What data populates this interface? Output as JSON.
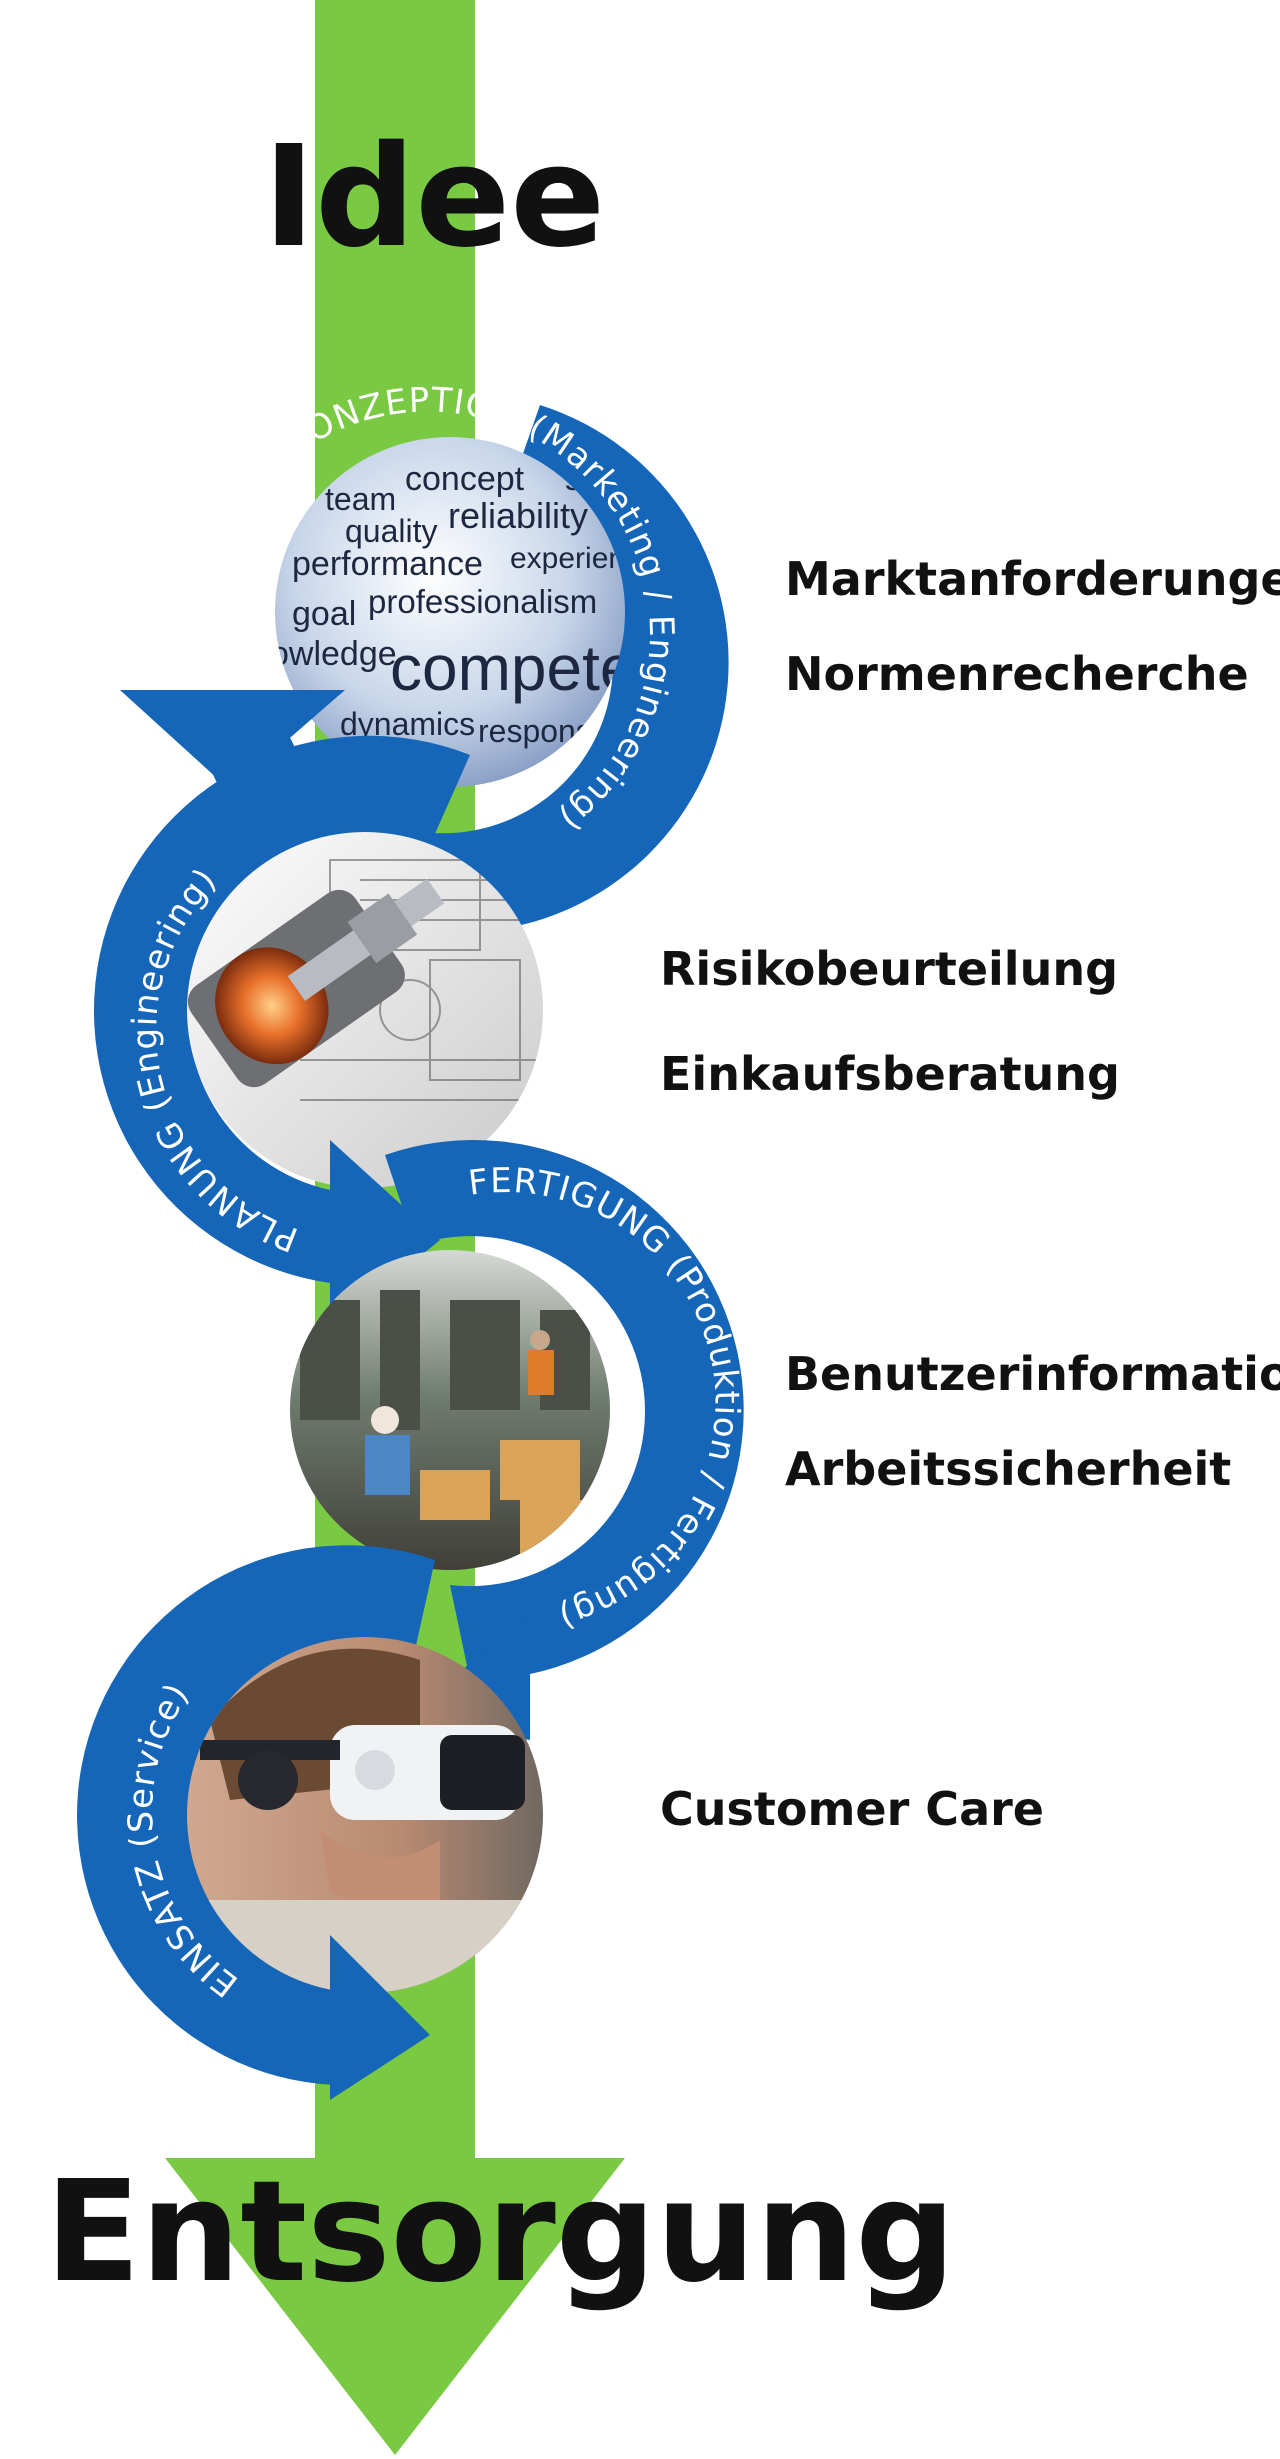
{
  "diagram": {
    "start_label": "Idee",
    "end_label": "Entsorgung",
    "colors": {
      "arrow_green": "#7ac943",
      "ring_blue": "#1566b8",
      "text": "#111111",
      "ring_text": "#ffffff"
    },
    "stages": [
      {
        "arc_label": "KONZEPTION (Marketing / Engineering)",
        "image_icon": "word-cloud-image",
        "cloud_words": [
          "concept",
          "stra",
          "team",
          "quality",
          "reliability",
          "performance",
          "experien",
          "goal",
          "professionalism",
          "owledge",
          "compete",
          "dynamics",
          "responsi"
        ],
        "side_labels": [
          "Marktanforderungen",
          "Normenrecherche"
        ]
      },
      {
        "arc_label": "PLANUNG (Engineering)",
        "image_icon": "engine-blueprint-image",
        "side_labels": [
          "Risikobeurteilung",
          "Einkaufsberatung"
        ]
      },
      {
        "arc_label": "FERTIGUNG (Produktion / Fertigung)",
        "image_icon": "factory-floor-image",
        "side_labels": [
          "Benutzerinformation",
          "Arbeitssicherheit"
        ]
      },
      {
        "arc_label": "EINSATZ (Service)",
        "image_icon": "vr-headset-image",
        "side_labels": [
          "Customer Care"
        ]
      }
    ]
  }
}
